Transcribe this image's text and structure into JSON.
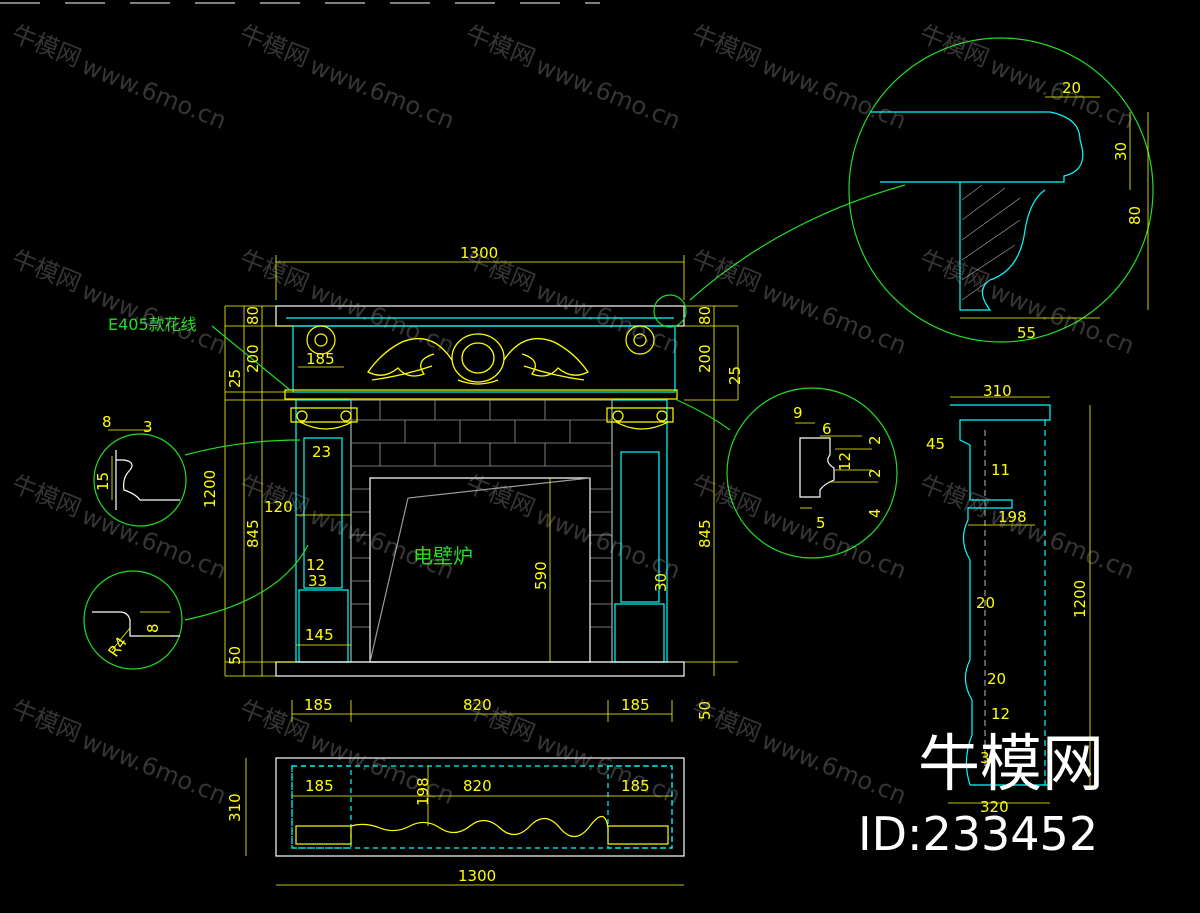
{
  "drawing": {
    "center_label": "电壁炉",
    "molding_label": "E405款花线",
    "front_dims": {
      "top_width": "1300",
      "left_top": "80",
      "left_frieze": "200",
      "left_band": "25",
      "left_total": "1200",
      "left_lower": "845",
      "left_base": "50",
      "right_top": "80",
      "right_frieze": "200",
      "right_band": "25",
      "right_lower": "845",
      "right_base": "50",
      "rosette_width": "185",
      "capital_23": "23",
      "pilaster_120": "120",
      "detail_12": "12",
      "detail_33": "33",
      "column_145": "145",
      "opening_height": "590",
      "right_30": "30",
      "bottom_left": "185",
      "bottom_center": "820",
      "bottom_right": "185"
    },
    "plan_dims": {
      "left": "185",
      "center": "820",
      "right": "185",
      "depth_inner": "198",
      "depth": "310",
      "width": "1300"
    },
    "side_dims": {
      "top_depth": "310",
      "d45": "45",
      "d11": "11",
      "d198": "198",
      "height": "1200",
      "d20a": "20",
      "d20b": "20",
      "d12": "12",
      "d3": "3",
      "bottom_depth": "320"
    },
    "detail_top_right": {
      "w20": "20",
      "h30": "30",
      "h80": "80",
      "w55": "55"
    },
    "detail_mid_right": {
      "d9": "9",
      "d6": "6",
      "d2a": "2",
      "d12": "12",
      "d2b": "2",
      "d4": "4",
      "d5": "5"
    },
    "detail_left_top": {
      "d8": "8",
      "d3": "3",
      "d15": "15"
    },
    "detail_left_bottom": {
      "r4": "R4",
      "d8": "8"
    }
  },
  "watermark": {
    "brand": "牛模网",
    "url": "www.6mo.cn",
    "big_logo": "牛模网",
    "id_label": "ID:233452"
  },
  "colors": {
    "background": "#000000",
    "cyan": "#00ffff",
    "yellow": "#ffff00",
    "green": "#22dd22",
    "white": "#ffffff",
    "gray": "#9a9a9a"
  }
}
